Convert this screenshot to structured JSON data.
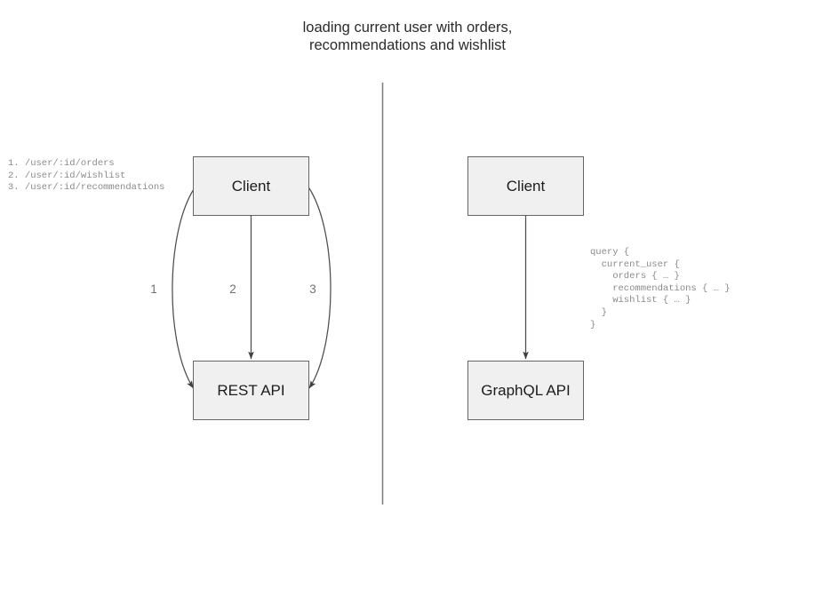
{
  "diagram": {
    "title": "loading current user with orders,\nrecommendations and wishlist",
    "divider": {
      "name": "vertical-divider",
      "color": "#808080"
    },
    "background_color": "#ffffff",
    "box_fill_color": "#f0f0f0",
    "box_border_color": "#666666",
    "edge_color": "#4d4d4d",
    "label_color": "#70736f",
    "code_color": "#8b8b8b"
  },
  "rest_side": {
    "client_label": "Client",
    "api_label": "REST API",
    "endpoints": "1. /user/:id/orders\n2. /user/:id/wishlist\n3. /user/:id/recommendations",
    "edge_labels": [
      "1",
      "2",
      "3"
    ]
  },
  "graphql_side": {
    "client_label": "Client",
    "api_label": "GraphQL API",
    "query": "query {\n  current_user {\n    orders { … }\n    recommendations { … }\n    wishlist { … }\n  }\n}"
  }
}
